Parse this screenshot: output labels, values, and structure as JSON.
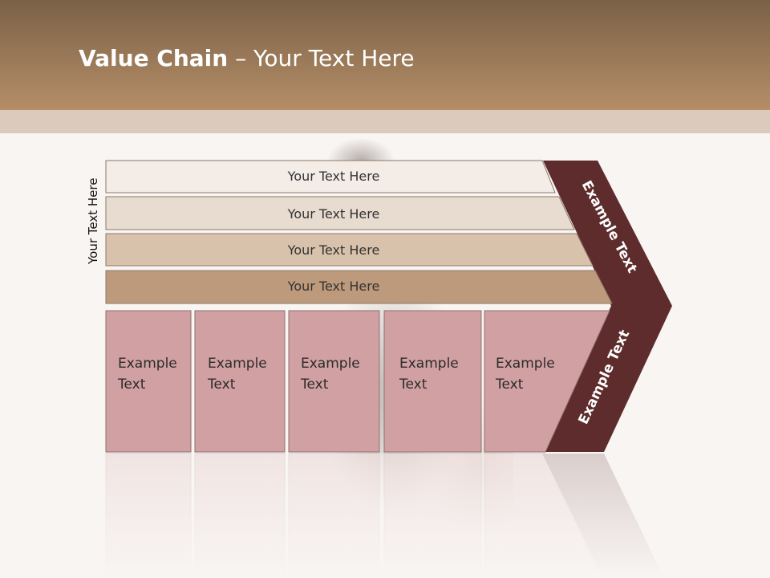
{
  "title": {
    "bold": "Value Chain",
    "rest": " – Your Text Here"
  },
  "side_label": "Your Text Here",
  "rows": [
    "Your Text Here",
    "Your Text Here",
    "Your Text Here",
    "Your Text Here"
  ],
  "cells": [
    [
      "Example",
      "Text"
    ],
    [
      "Example",
      "Text"
    ],
    [
      "Example",
      "Text"
    ],
    [
      "Example",
      "Text"
    ],
    [
      "Example",
      "Text"
    ]
  ],
  "chevron": {
    "top_label": "Example Text",
    "bottom_label": "Example Text"
  },
  "colors": {
    "header_top": "#7a6146",
    "header_bottom": "#b58e68",
    "row1": "#f3ece7",
    "row2": "#e8dbcf",
    "row3": "#d9c2ab",
    "row4": "#bd9a7b",
    "cell": "#d1a0a2",
    "chevron": "#5e2c2c"
  }
}
